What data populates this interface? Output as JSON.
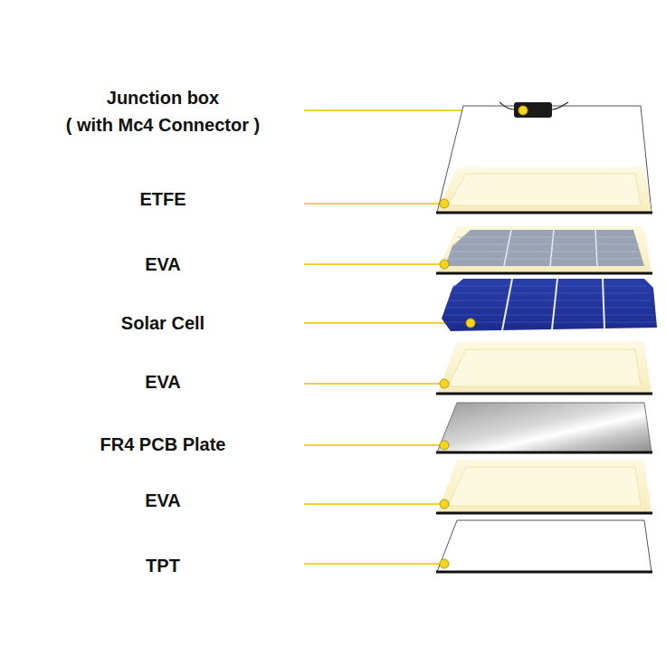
{
  "diagram": {
    "labels": [
      "Junction box",
      "( with Mc4 Connector )",
      "ETFE",
      "EVA",
      "Solar Cell",
      "EVA",
      "FR4 PCB Plate",
      "EVA",
      "TPT"
    ]
  }
}
